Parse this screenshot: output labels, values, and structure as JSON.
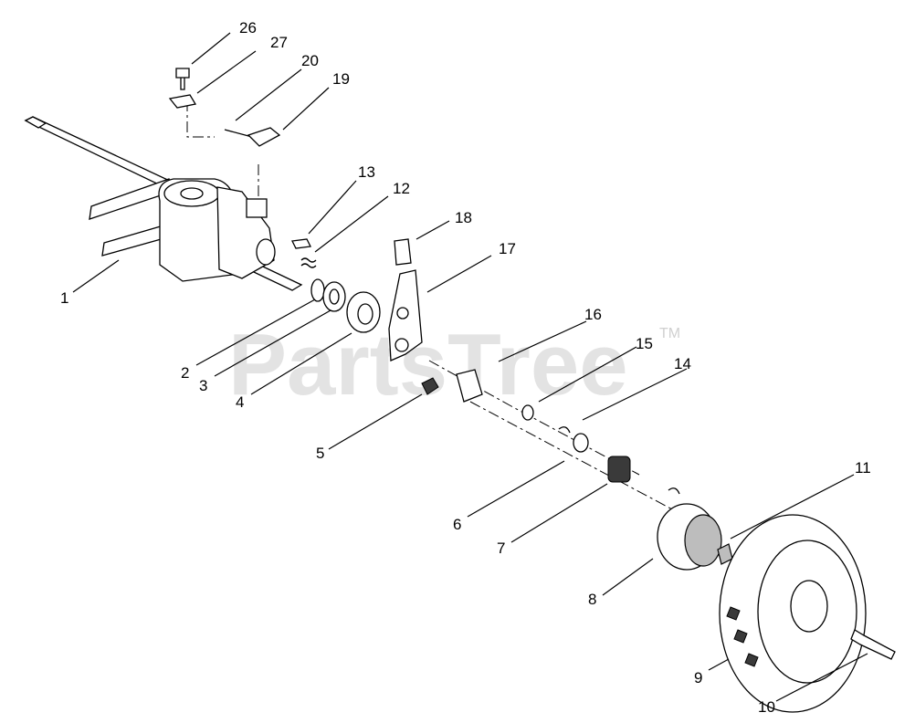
{
  "watermark": {
    "text": "PartsTree",
    "trademark": "TM"
  },
  "callouts": {
    "c1": "1",
    "c2": "2",
    "c3": "3",
    "c4": "4",
    "c5": "5",
    "c6": "6",
    "c7": "7",
    "c8": "8",
    "c9": "9",
    "c10": "10",
    "c11": "11",
    "c12": "12",
    "c13": "13",
    "c14": "14",
    "c15": "15",
    "c16": "16",
    "c17": "17",
    "c18": "18",
    "c19": "19",
    "c20": "20",
    "c26": "26",
    "c27": "27"
  },
  "colors": {
    "line": "#000000",
    "watermark": "#d9d9d9",
    "background": "#ffffff"
  }
}
